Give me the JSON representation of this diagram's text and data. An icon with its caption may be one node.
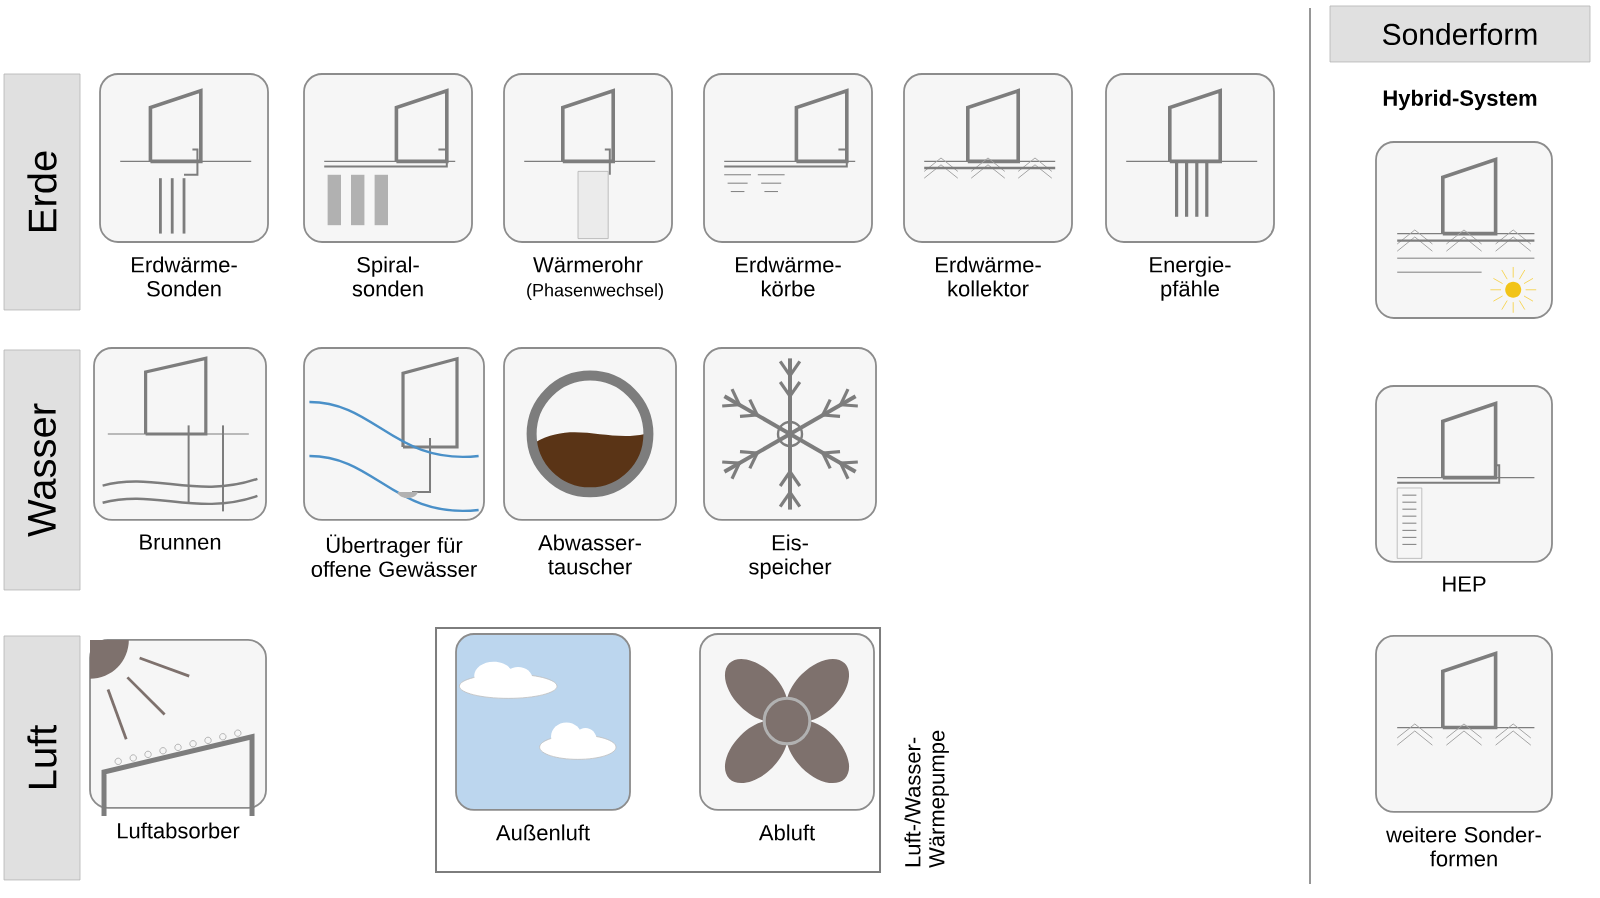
{
  "diagram": {
    "nodes": [
      {
        "text": [
          "Erde"
        ]
      },
      {
        "text": [
          "Erdwärme- Sonden"
        ]
      },
      {
        "text": [
          "Spiral- sonden"
        ]
      },
      {
        "text": [
          "Wärmerohr",
          "(Phasenwechsel)"
        ]
      },
      {
        "text": [
          "Erdwärme- körbe"
        ]
      },
      {
        "text": [
          "Erdwärme- kollektor"
        ]
      },
      {
        "text": [
          "Energie- pfähle"
        ]
      },
      {
        "text": [
          "Wasser"
        ]
      },
      {
        "text": [
          "Brunnen"
        ]
      },
      {
        "text": [
          "Übertrager für offene Gewässer"
        ]
      },
      {
        "text": [
          "Abwasser- tauscher"
        ]
      },
      {
        "text": [
          "Eis- speicher"
        ]
      },
      {
        "text": [
          "Luft"
        ]
      },
      {
        "text": [
          "Luftabsorber"
        ]
      },
      {
        "text": [
          "Luft-/Wasser- Wärmepumpe"
        ]
      },
      {
        "text": [
          "Außenluft"
        ],
        "in": 14
      },
      {
        "text": [
          "Abluft"
        ],
        "in": 14
      },
      {
        "text": [
          "Sonderform"
        ]
      },
      {
        "text": [],
        "shape": "box"
      },
      {
        "text": [
          "HEP"
        ]
      },
      {
        "text": [
          "weitere Sonder- formen"
        ]
      }
    ],
    "labels": [
      "Hybrid-System"
    ]
  }
}
